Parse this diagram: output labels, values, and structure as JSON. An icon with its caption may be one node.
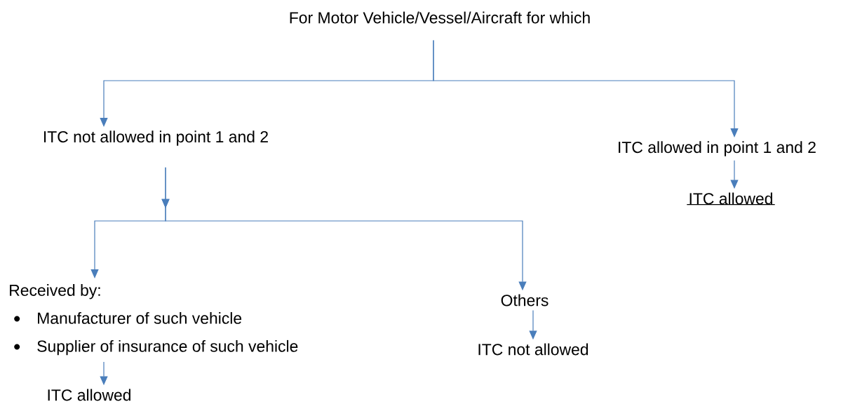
{
  "diagram": {
    "nodes": [
      {
        "text": [
          "For Motor Vehicle/Vessel/Aircraft for which"
        ]
      },
      {
        "text": [
          "ITC not allowed in point 1 and 2"
        ]
      },
      {
        "text": [
          "ITC allowed in point 1 and 2"
        ]
      },
      {
        "text": [
          "ITC allowed"
        ]
      },
      {
        "text": [
          "Received by:",
          "Manufacturer of such vehicle",
          "Supplier of insurance of such vehicle"
        ]
      },
      {
        "text": [
          "Others"
        ]
      },
      {
        "text": [
          "ITC not allowed"
        ]
      },
      {
        "text": [
          "ITC allowed"
        ]
      }
    ],
    "edges": [
      {
        "from": 0,
        "to": 1,
        "arrow": "to"
      },
      {
        "from": 0,
        "to": 2,
        "arrow": "to"
      },
      {
        "from": 1,
        "to": 4,
        "arrow": "to"
      },
      {
        "from": 1,
        "to": 5,
        "arrow": "to"
      },
      {
        "from": 2,
        "to": 3,
        "arrow": "to"
      },
      {
        "from": 4,
        "to": 7,
        "arrow": "to"
      },
      {
        "from": 5,
        "to": 6,
        "arrow": "to"
      }
    ]
  }
}
